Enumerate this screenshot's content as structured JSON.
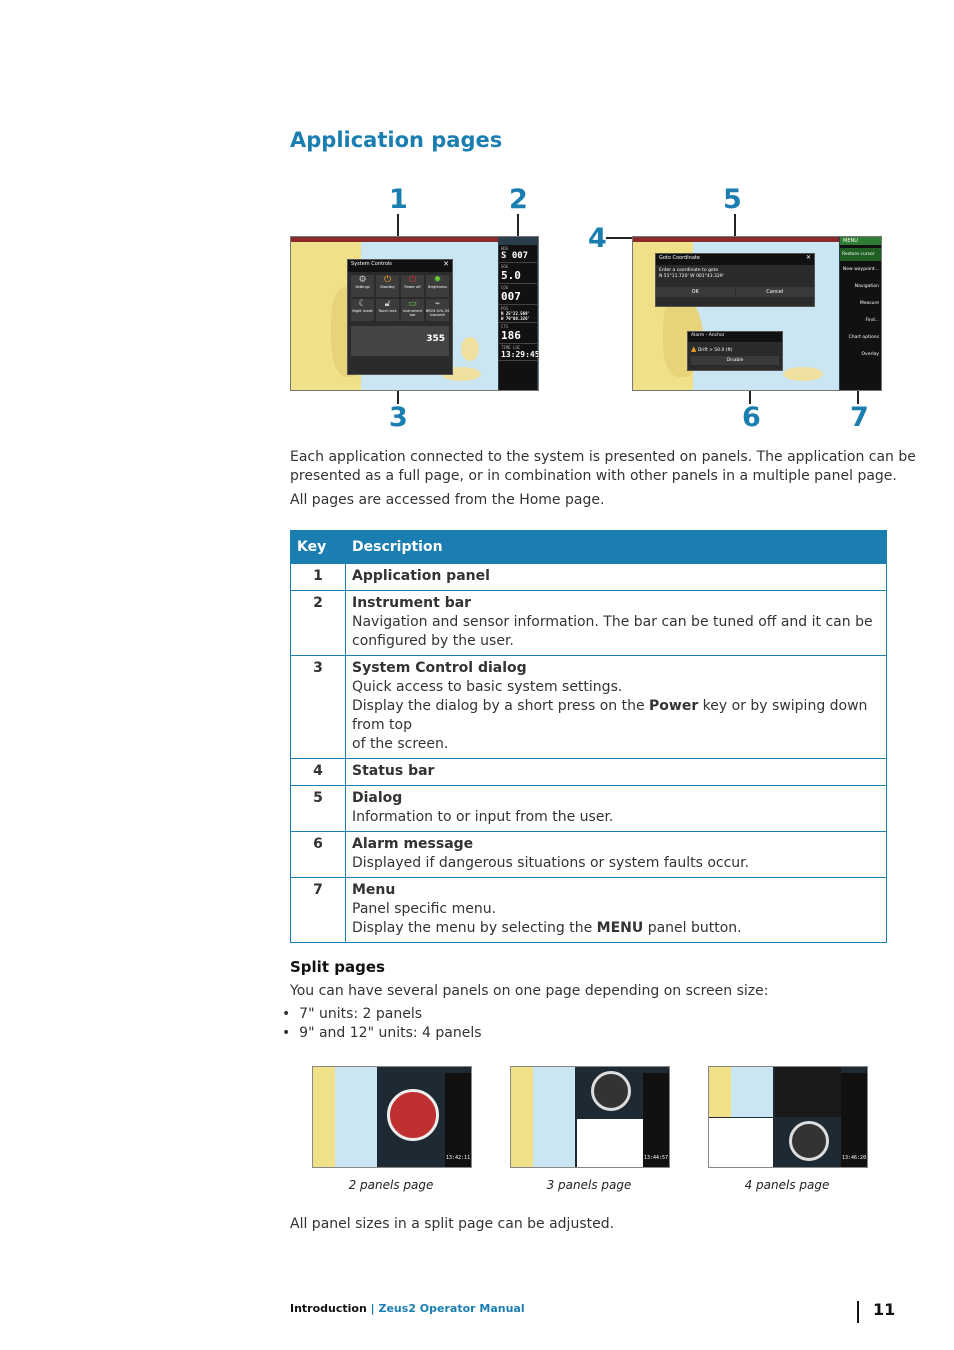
{
  "title": "Application pages",
  "callouts": [
    "1",
    "2",
    "3",
    "4",
    "5",
    "6",
    "7"
  ],
  "screens": {
    "left": {
      "dialog_title": "System Controls",
      "close": "✕",
      "controls_row1": [
        "Settings",
        "Standby",
        "Power off",
        "Brightness"
      ],
      "controls_row2": [
        "Night mode",
        "Touch lock",
        "Instrument bar",
        "BR24-%%-34 transmit"
      ],
      "heading": "355",
      "ibar": [
        {
          "label": "HDG",
          "value": "S 007"
        },
        {
          "label": "SOG",
          "value": "5.0"
        },
        {
          "label": "COG",
          "value": "007"
        },
        {
          "label": "POS",
          "value": "N 25°22.569'"
        },
        {
          "label": "",
          "value": "W 79°08.326'"
        },
        {
          "label": "CTS",
          "value": "186"
        },
        {
          "label": "TIME LOC",
          "value": "13:29:45"
        }
      ]
    },
    "right": {
      "dialog_title": "Goto Coordinate",
      "dialog_text": "Enter a coordinate to goto",
      "coordinate": "N 51°11.720'  W 001°43.329'",
      "ok": "OK",
      "cancel": "Cancel",
      "alarm_title": "Alarm - Anchor",
      "alarm_text": "Drift > 50.0 (ft)",
      "alarm_button": "Disable",
      "menu_button": "MENU",
      "menu_items": [
        "Restore cursor",
        "New waypoint...",
        "Navigation",
        "Measure",
        "Find...",
        "Chart options",
        "Overlay"
      ]
    }
  },
  "paragraphs": {
    "p1a": "Each application connected to the system is presented on panels. The application can be",
    "p1b": "presented as a full page, or in combination with other panels in a multiple panel page.",
    "p2": "All pages are accessed from the Home page."
  },
  "table": {
    "headers": [
      "Key",
      "Description"
    ],
    "rows": [
      {
        "key": "1",
        "name": "Application panel",
        "lines": []
      },
      {
        "key": "2",
        "name": "Instrument bar",
        "lines": [
          "Navigation and sensor information. The bar can be tuned off and it can be",
          "configured by the user."
        ]
      },
      {
        "key": "3",
        "name": "System Control dialog",
        "lines": [
          "Quick access to basic system settings."
        ],
        "line2_pre": "Display the dialog by a short press on the ",
        "line2_bold": "Power",
        "line2_post": " key or by swiping down from top",
        "line3": "of the screen."
      },
      {
        "key": "4",
        "name": "Status bar",
        "lines": []
      },
      {
        "key": "5",
        "name": "Dialog",
        "lines": [
          "Information to or input from the user."
        ]
      },
      {
        "key": "6",
        "name": "Alarm message",
        "lines": [
          "Displayed if dangerous situations or system faults occur."
        ]
      },
      {
        "key": "7",
        "name": "Menu",
        "lines": [
          "Panel specific menu."
        ],
        "line2_pre": "Display the menu by selecting the ",
        "line2_bold": "MENU",
        "line2_post": " panel button."
      }
    ]
  },
  "split": {
    "heading": "Split pages",
    "intro": "You can have several panels on one page depending on screen size:",
    "bullets": [
      "7\" units: 2 panels",
      "9\" and 12\" units: 4 panels"
    ],
    "captions": [
      "2 panels page",
      "3 panels page",
      "4 panels page"
    ],
    "times": [
      "13:42:11",
      "13:44:57",
      "13:46:20"
    ],
    "outro": "All panel sizes in a split page can be adjusted."
  },
  "footer": {
    "section": "Introduction",
    "separator": " | ",
    "manual": "Zeus2 Operator Manual",
    "page": "11"
  }
}
